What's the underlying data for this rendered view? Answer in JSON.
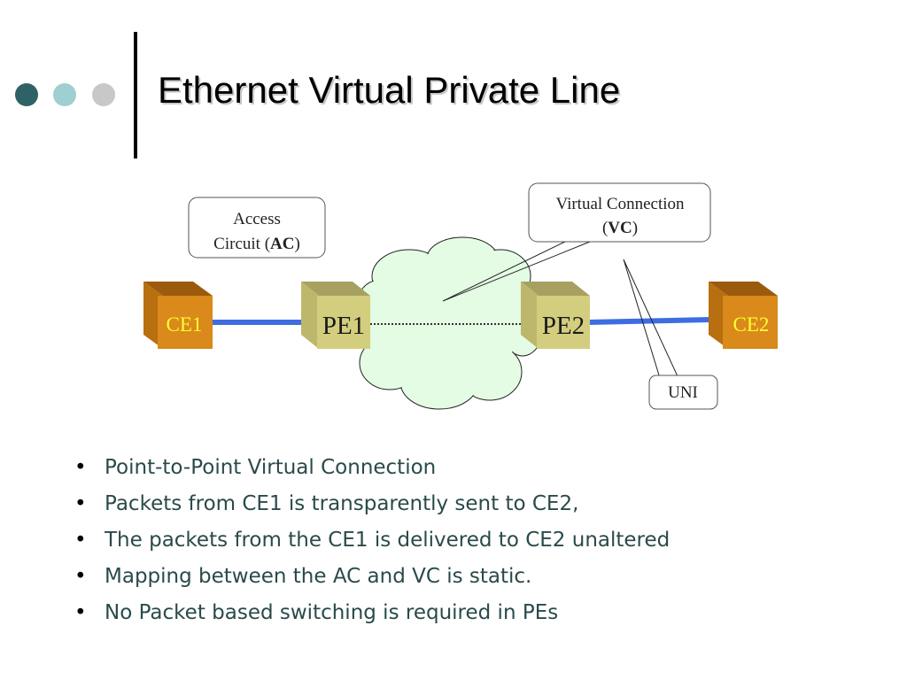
{
  "slide": {
    "title": "Ethernet Virtual Private Line",
    "colors": {
      "dot_dark": "#2f6266",
      "dot_mid": "#9fcfd0",
      "dot_light": "#c8c8c8",
      "bullet_text": "#2a4a4a"
    }
  },
  "diagram": {
    "nodes": {
      "ce1": "CE1",
      "pe1": "PE1",
      "pe2": "PE2",
      "ce2": "CE2"
    },
    "callouts": {
      "access_circuit": {
        "line1": "Access",
        "line2_prefix": "Circuit (",
        "line2_bold": "AC",
        "line2_suffix": ")"
      },
      "virtual_connection": {
        "line1": "Virtual Connection",
        "line2_prefix": "(",
        "line2_bold": "VC",
        "line2_suffix": ")"
      },
      "uni": "UNI"
    },
    "colors": {
      "ce_face": "#d98a1a",
      "ce_top": "#9c5a0c",
      "ce_side": "#b86f10",
      "ce_text": "#ffff33",
      "pe_face": "#d3cd7e",
      "pe_top": "#a7a161",
      "pe_side": "#bdb76c",
      "pe_text": "#1a1a1a",
      "link": "#3d6de0",
      "cloud_fill": "#e4fbe4"
    }
  },
  "bullets": [
    "Point-to-Point Virtual Connection",
    "Packets from CE1 is transparently sent to CE2,",
    "The packets from the CE1 is delivered to CE2 unaltered",
    "Mapping between the AC and VC is static.",
    "No Packet based switching is required in PEs"
  ]
}
